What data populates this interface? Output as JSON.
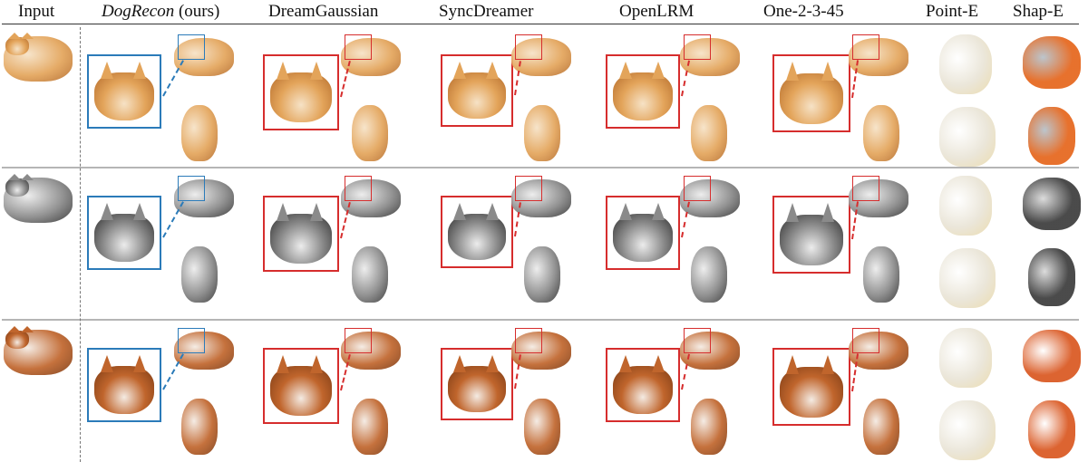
{
  "figure": {
    "columns": [
      {
        "label": "Input",
        "italic": false
      },
      {
        "label": "DogRecon",
        "italic": true,
        "suffix": " (ours)"
      },
      {
        "label": "DreamGaussian",
        "italic": false
      },
      {
        "label": "SyncDreamer",
        "italic": false
      },
      {
        "label": "OpenLRM",
        "italic": false
      },
      {
        "label": "One-2-3-45",
        "italic": false
      },
      {
        "label": "Point-E",
        "italic": false
      },
      {
        "label": "Shap-E",
        "italic": false
      }
    ],
    "rows": [
      {
        "subject": "corgi",
        "colors": {
          "main": "#e3a45a",
          "light": "#f6e2c6",
          "dark": "#b36a2a"
        }
      },
      {
        "subject": "husky",
        "colors": {
          "main": "#8a8a8a",
          "light": "#ececec",
          "dark": "#2e2e2e"
        }
      },
      {
        "subject": "basenji",
        "colors": {
          "main": "#c0652c",
          "light": "#f4ebe3",
          "dark": "#7a3a14"
        }
      }
    ],
    "frame_colors": {
      "ours": "#2b7bb9",
      "baseline": "#d62d2d"
    },
    "method_styles": {
      "point_e": {
        "main": "#e9e4d6",
        "accent": "#ead9a8"
      },
      "shap_e_corgi": {
        "main": "#e5651b",
        "accent": "#b6c0c8"
      },
      "shap_e_husky": {
        "main": "#3b3b3b",
        "accent": "#d9d9d9"
      },
      "shap_e_basenji": {
        "main": "#d9561f",
        "accent": "#ffffff"
      }
    }
  }
}
